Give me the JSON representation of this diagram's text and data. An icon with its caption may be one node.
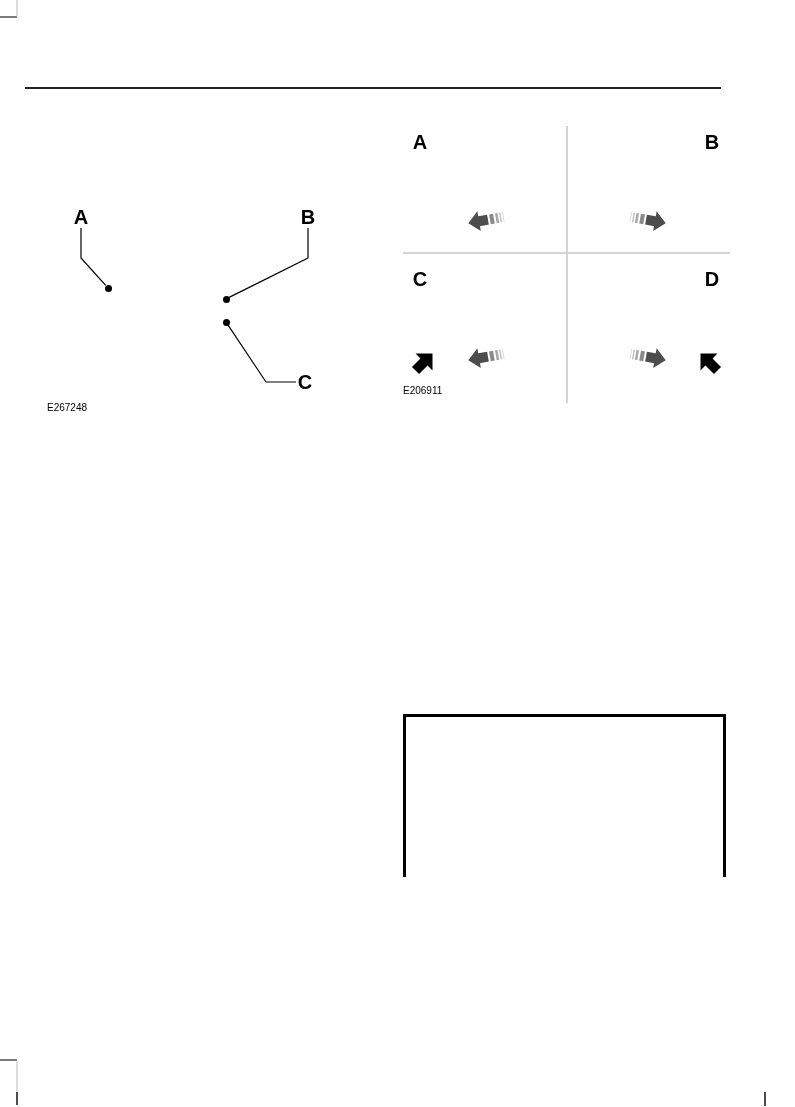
{
  "diagram": {
    "nodes": [
      {
        "text": [
          "A"
        ]
      },
      {
        "text": [],
        "shape": "circle"
      },
      {
        "text": [
          "B"
        ]
      },
      {
        "text": [],
        "shape": "circle"
      },
      {
        "text": [
          "C"
        ]
      },
      {
        "text": [],
        "shape": "circle"
      }
    ],
    "edges": [
      {
        "from": 0,
        "to": 1,
        "arrow": "none"
      },
      {
        "from": 2,
        "to": 3,
        "arrow": "none"
      },
      {
        "from": 4,
        "to": 5,
        "arrow": "none"
      }
    ],
    "labels": [
      "E267248",
      "A",
      "B",
      "C",
      "D",
      "E206911"
    ]
  }
}
